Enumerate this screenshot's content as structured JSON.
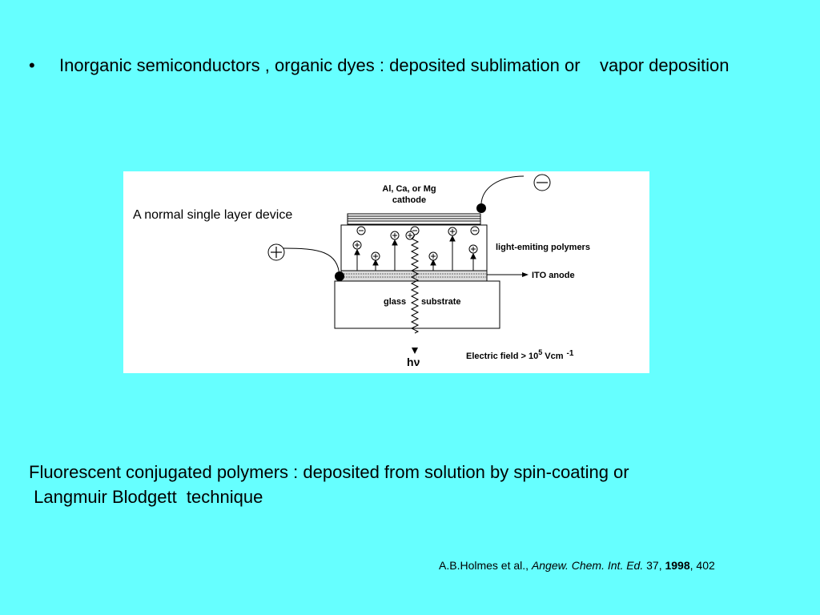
{
  "slide": {
    "bullet_text": "Inorganic semiconductors , organic dyes : deposited sublimation or    vapor deposition",
    "bullet_char": "•",
    "figure": {
      "title": "A normal single layer device",
      "cathode_line1": "Al, Ca, or Mg",
      "cathode_line2": "cathode",
      "polymer_label": "light-emiting polymers",
      "ito_label": "ITO anode",
      "glass_label": "glass",
      "substrate_label": "substrate",
      "photon_h": "h",
      "photon_nu": "ν",
      "field_label": "Electric field > 10",
      "field_exp": "5",
      "field_unit": " Vcm",
      "field_unit_exp": "-1",
      "plus_symbol": "+",
      "minus_symbol": "−"
    },
    "paragraph_text": "Fluorescent conjugated polymers : deposited from solution by spin-coating or\n Langmuir Blodgett  technique",
    "citation": {
      "authors": "A.B.Holmes et al., ",
      "journal": "Angew. Chem. Int. Ed.",
      "volume": " 37",
      "sep1": ", ",
      "year": "1998",
      "pages": ", 402"
    },
    "colors": {
      "background": "#66FFFF",
      "text": "#000000",
      "figure_bg": "#FFFFFF"
    }
  }
}
